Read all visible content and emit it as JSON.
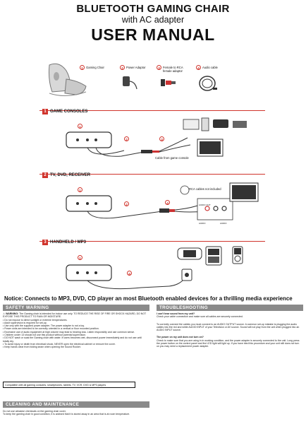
{
  "header": {
    "title_line1": "BLUETOOTH GAMING CHAIR",
    "title_line2": "with AC adapter",
    "title_line3": "USER MANUAL"
  },
  "legend": [
    {
      "num": "1",
      "label": "Gaming Chair"
    },
    {
      "num": "2",
      "label": "Power Adaptor"
    },
    {
      "num": "3",
      "label": "Female to RCA female adaptor"
    },
    {
      "num": "4",
      "label": "Audio cable"
    }
  ],
  "sections": [
    {
      "num": "1",
      "title": "GAME CONSOLES",
      "cable_caption": "Cable from game console"
    },
    {
      "num": "2",
      "title": "TV, DVD, RECEIVER",
      "cable_caption": "RCA cables not included",
      "port_labels": [
        "AUDIO OUT",
        "AUDIO",
        "AUDIO"
      ]
    },
    {
      "num": "3",
      "title": "HANDHELD / MP3"
    }
  ],
  "notice": "Notice: Connects to MP3, DVD, CD player an most Bluetooth enabled devices for a thrilling media experience",
  "safety": {
    "heading": "SAFETY WARNING",
    "lead_bold": "WARNING:",
    "lead": "The Gaming chair is intended for indoor use only. TO REDUCE THE RISE OF FIRE OR SHOCK HAZARD, DO NOT EXPOSE THIS PRODUCT TO RAIN OR MOISTURE.",
    "items": [
      "Do not expose to direct sunlight or extreme temperatures.",
      "Adult supervision is required for set-up.",
      "Use only with the supplied power adapter. The power adapter is not a toy.",
      "Power units are intended to be correctly oriented in a vertical or floor mounted position.",
      "Excessive use of audio equipment at high volume may lead to hearing loss. Listen responsibly and use common sense.",
      "Children under 13 should not use this product without parental supervision.",
      "DO NOT wash or soak the Gaming chair with water. If users becomes wet, disconnect power immediately and do not use until totally dry.",
      "To avoid injury or death from electrical shock, NEVER open the electrical cabinet or remove the cover.",
      "Keep hands clear from folding seam when opening the Sound Rocker."
    ]
  },
  "troubleshooting": {
    "heading": "TROUBLESHOOTING",
    "entries": [
      {
        "q": "I can't hear sound from my unit?",
        "a": "Check your cable connection and make sure all cables are securely connected."
      },
      {
        "q": "",
        "a": "To correctly connect the cables you must connect to an AUDIO OUTPUT source. A common set-up mistake is plugging the audio cables into the red and white AUDIO INPUT of your Television or AV source. Sound will not play from the unit when plugged into an AUDIO INPUT source."
      },
      {
        "q": "The power on my unit does not turn on?",
        "a": "Check to make sure that you are using in in working condition, and the power adapter is securely connected to the unit. Long press the power button on the control panel and the LED light will light up. If you have tried this procedure and your unit still does not turn on you may need a replacement power adapter."
      }
    ]
  },
  "compat": "Compatible with all gaming consoles, smartphones, tablets, TV, VCR, DVD & MP3 players",
  "cleaning": {
    "heading": "CLEANING AND MAINTENANCE",
    "lines": [
      "Do not use abrasive chemicals on the gaming chair cover.",
      "To keep the gaming chair in good condition, it is advised that it is stored away in an area that is at room temperature."
    ]
  }
}
